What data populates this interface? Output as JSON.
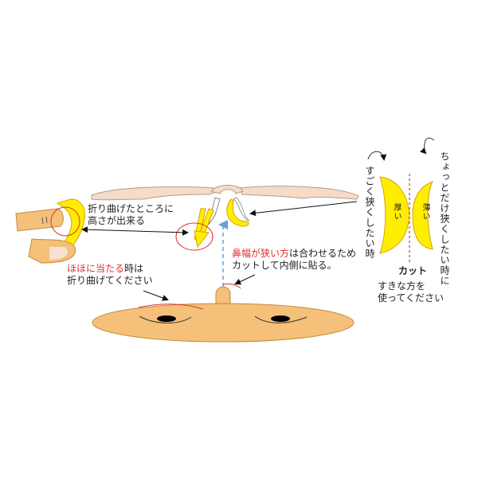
{
  "colors": {
    "skin": "#f4c07a",
    "skin_stroke": "#c58a3d",
    "pad": "#ffee00",
    "pad_stroke": "#d8a000",
    "frame": "#f5dcc8",
    "frame_stroke": "#b59a88",
    "red": "#e03030",
    "arrow": "#111111",
    "guide": "#6a9ed8"
  },
  "labels": {
    "fold_height": [
      "折り曲げたところに",
      "高さが出来る"
    ],
    "cheek_red": "ほほに当たる",
    "cheek_rest": "時は",
    "cheek_line2": "折り曲げてください",
    "narrow_red": "鼻幅が狭い方",
    "narrow_rest": "は合わせるため",
    "narrow_line2": "カットして内側に貼る。",
    "very_narrow": "すごく狭くしたい時",
    "slightly_narrow": "ちょっとだけ狭くしたい時に",
    "thick": "厚い",
    "thin": "薄い",
    "cut": "カット",
    "choose": [
      "すきな方を",
      "使ってください"
    ]
  }
}
